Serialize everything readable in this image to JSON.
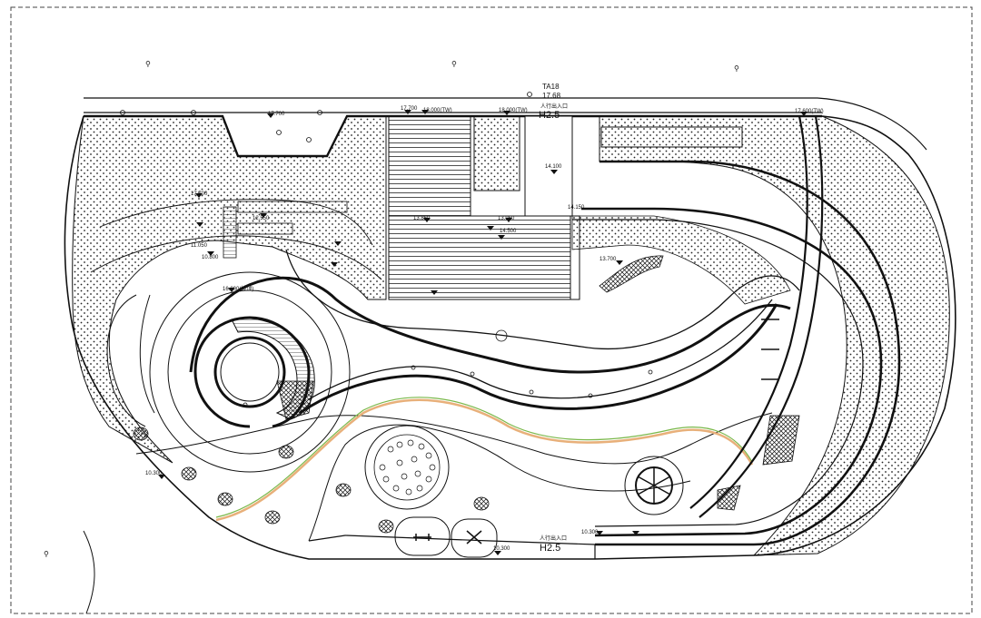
{
  "drawing": {
    "north_labels": {
      "top_code": "TA18",
      "top_elevation": "17.68",
      "top_entrance_caption": "人行出入口",
      "top_entrance_height": "H2.5",
      "bottom_entrance_caption": "人行出入口",
      "bottom_entrance_height": "H2.5"
    },
    "elevations": {
      "e_17700_left": "17.700",
      "e_17700_mid": "17.700",
      "e_18000_tw_1": "18.000(TW)",
      "e_18000_tw_2": "18.000(TW)",
      "e_17600_tw": "17.600(TW)",
      "e_14100": "14.100",
      "e_14500": "14.500",
      "e_13950": "13.950",
      "e_13700": "13.700",
      "e_12550": "12.550",
      "e_11050": "11.050",
      "e_10300_a": "10.300",
      "e_10300_b": "10.300",
      "e_10300_c": "10.300",
      "e_16000": "16.000(坡顶)",
      "e_10800": "10.800",
      "e_17760": "17.700",
      "e_14150": "14.150",
      "e_13850": "13.850"
    }
  }
}
